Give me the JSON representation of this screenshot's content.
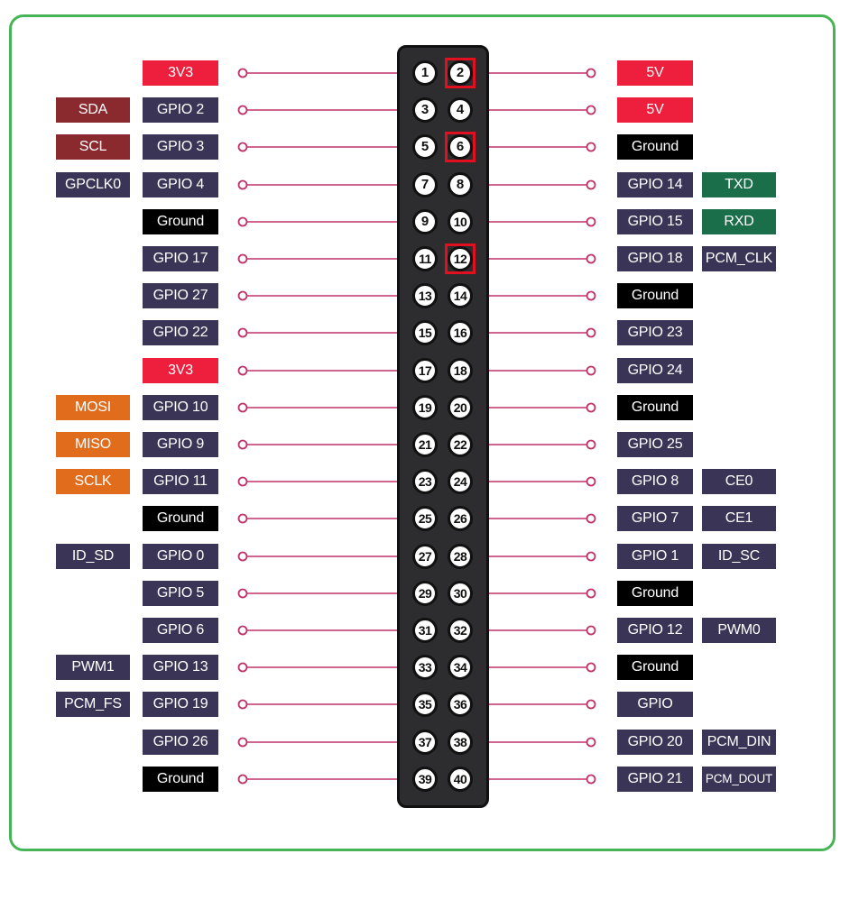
{
  "colors": {
    "board_border": "#47b556",
    "wire": "#c0336a",
    "power_3v3": "#ee1f3c",
    "power_5v": "#ee1f3c",
    "ground": "#000000",
    "gpio": "#3a3456",
    "i2c": "#8b2a2e",
    "spi": "#e06c1c",
    "uart": "#1b6e4a",
    "alt": "#3a3456",
    "highlight": "#e10f1f"
  },
  "rows": [
    {
      "left": {
        "pin": 1,
        "label": "3V3",
        "kind": "power_3v3",
        "alt": ""
      },
      "right": {
        "pin": 2,
        "label": "5V",
        "kind": "power_5v",
        "alt": "",
        "highlight": true
      }
    },
    {
      "left": {
        "pin": 3,
        "label": "GPIO 2",
        "kind": "gpio",
        "alt": "SDA",
        "alt_kind": "i2c"
      },
      "right": {
        "pin": 4,
        "label": "5V",
        "kind": "power_5v",
        "alt": ""
      }
    },
    {
      "left": {
        "pin": 5,
        "label": "GPIO 3",
        "kind": "gpio",
        "alt": "SCL",
        "alt_kind": "i2c"
      },
      "right": {
        "pin": 6,
        "label": "Ground",
        "kind": "ground",
        "alt": "",
        "highlight": true
      }
    },
    {
      "left": {
        "pin": 7,
        "label": "GPIO 4",
        "kind": "gpio",
        "alt": "GPCLK0",
        "alt_kind": "alt"
      },
      "right": {
        "pin": 8,
        "label": "GPIO 14",
        "kind": "gpio",
        "alt": "TXD",
        "alt_kind": "uart"
      }
    },
    {
      "left": {
        "pin": 9,
        "label": "Ground",
        "kind": "ground",
        "alt": ""
      },
      "right": {
        "pin": 10,
        "label": "GPIO 15",
        "kind": "gpio",
        "alt": "RXD",
        "alt_kind": "uart"
      }
    },
    {
      "left": {
        "pin": 11,
        "label": "GPIO 17",
        "kind": "gpio",
        "alt": ""
      },
      "right": {
        "pin": 12,
        "label": "GPIO 18",
        "kind": "gpio",
        "alt": "PCM_CLK",
        "alt_kind": "alt",
        "highlight": true
      }
    },
    {
      "left": {
        "pin": 13,
        "label": "GPIO 27",
        "kind": "gpio",
        "alt": ""
      },
      "right": {
        "pin": 14,
        "label": "Ground",
        "kind": "ground",
        "alt": ""
      }
    },
    {
      "left": {
        "pin": 15,
        "label": "GPIO 22",
        "kind": "gpio",
        "alt": ""
      },
      "right": {
        "pin": 16,
        "label": "GPIO 23",
        "kind": "gpio",
        "alt": ""
      }
    },
    {
      "left": {
        "pin": 17,
        "label": "3V3",
        "kind": "power_3v3",
        "alt": ""
      },
      "right": {
        "pin": 18,
        "label": "GPIO 24",
        "kind": "gpio",
        "alt": ""
      }
    },
    {
      "left": {
        "pin": 19,
        "label": "GPIO 10",
        "kind": "gpio",
        "alt": "MOSI",
        "alt_kind": "spi"
      },
      "right": {
        "pin": 20,
        "label": "Ground",
        "kind": "ground",
        "alt": ""
      }
    },
    {
      "left": {
        "pin": 21,
        "label": "GPIO 9",
        "kind": "gpio",
        "alt": "MISO",
        "alt_kind": "spi"
      },
      "right": {
        "pin": 22,
        "label": "GPIO 25",
        "kind": "gpio",
        "alt": ""
      }
    },
    {
      "left": {
        "pin": 23,
        "label": "GPIO 11",
        "kind": "gpio",
        "alt": "SCLK",
        "alt_kind": "spi"
      },
      "right": {
        "pin": 24,
        "label": "GPIO 8",
        "kind": "gpio",
        "alt": "CE0",
        "alt_kind": "alt"
      }
    },
    {
      "left": {
        "pin": 25,
        "label": "Ground",
        "kind": "ground",
        "alt": ""
      },
      "right": {
        "pin": 26,
        "label": "GPIO 7",
        "kind": "gpio",
        "alt": "CE1",
        "alt_kind": "alt"
      }
    },
    {
      "left": {
        "pin": 27,
        "label": "GPIO 0",
        "kind": "gpio",
        "alt": "ID_SD",
        "alt_kind": "alt"
      },
      "right": {
        "pin": 28,
        "label": "GPIO 1",
        "kind": "gpio",
        "alt": "ID_SC",
        "alt_kind": "alt"
      }
    },
    {
      "left": {
        "pin": 29,
        "label": "GPIO 5",
        "kind": "gpio",
        "alt": ""
      },
      "right": {
        "pin": 30,
        "label": "Ground",
        "kind": "ground",
        "alt": ""
      }
    },
    {
      "left": {
        "pin": 31,
        "label": "GPIO 6",
        "kind": "gpio",
        "alt": ""
      },
      "right": {
        "pin": 32,
        "label": "GPIO 12",
        "kind": "gpio",
        "alt": "PWM0",
        "alt_kind": "alt"
      }
    },
    {
      "left": {
        "pin": 33,
        "label": "GPIO 13",
        "kind": "gpio",
        "alt": "PWM1",
        "alt_kind": "alt"
      },
      "right": {
        "pin": 34,
        "label": "Ground",
        "kind": "ground",
        "alt": ""
      }
    },
    {
      "left": {
        "pin": 35,
        "label": "GPIO 19",
        "kind": "gpio",
        "alt": "PCM_FS",
        "alt_kind": "alt"
      },
      "right": {
        "pin": 36,
        "label": "GPIO",
        "kind": "gpio",
        "alt": ""
      }
    },
    {
      "left": {
        "pin": 37,
        "label": "GPIO 26",
        "kind": "gpio",
        "alt": ""
      },
      "right": {
        "pin": 38,
        "label": "GPIO 20",
        "kind": "gpio",
        "alt": "PCM_DIN",
        "alt_kind": "alt"
      }
    },
    {
      "left": {
        "pin": 39,
        "label": "Ground",
        "kind": "ground",
        "alt": ""
      },
      "right": {
        "pin": 40,
        "label": "GPIO 21",
        "kind": "gpio",
        "alt": "PCM_DOUT",
        "alt_kind": "alt"
      }
    }
  ]
}
